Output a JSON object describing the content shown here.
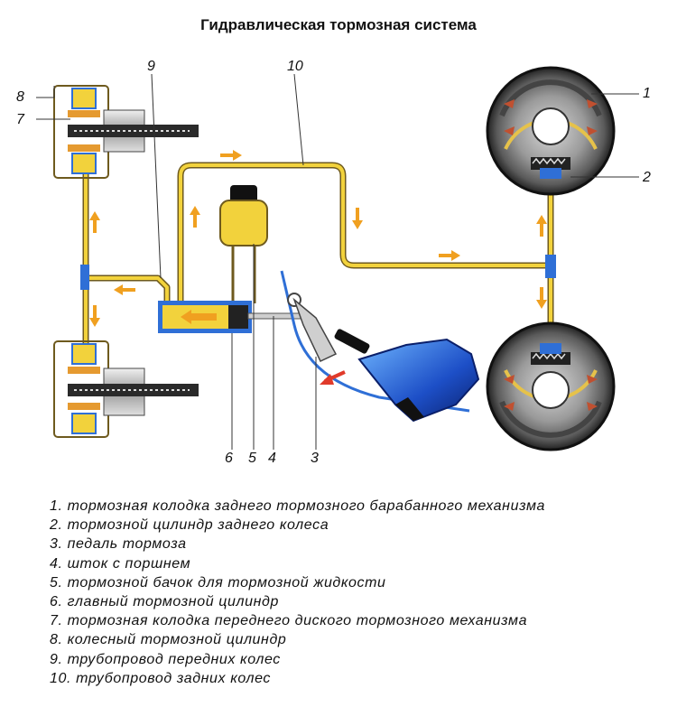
{
  "title": "Гидравлическая тормозная система",
  "callouts": [
    {
      "id": "c1",
      "text": "1"
    },
    {
      "id": "c2",
      "text": "2"
    },
    {
      "id": "c3",
      "text": "3"
    },
    {
      "id": "c4",
      "text": "4"
    },
    {
      "id": "c5",
      "text": "5"
    },
    {
      "id": "c6",
      "text": "6"
    },
    {
      "id": "c7",
      "text": "7"
    },
    {
      "id": "c8",
      "text": "8"
    },
    {
      "id": "c9",
      "text": "9"
    },
    {
      "id": "c10",
      "text": "10"
    }
  ],
  "legend": [
    "1. тормозная колодка заднего тормозного барабанного механизма",
    "2. тормозной цилиндр заднего колеса",
    "3. педаль тормоза",
    "4. шток с поршнем",
    "5. тормозной бачок для тормозной жидкости",
    "6. главный тормозной цилиндр",
    "7. тормозная колодка переднего диского  тормозного механизма",
    "8. колесный тормозной цилиндр",
    "9. трубопровод передних колес",
    "10. трубопровод задних колес"
  ],
  "colors": {
    "fluid": "#f2d23c",
    "pipe_outline": "#6e5a1e",
    "flow_arrow": "#f0a020",
    "blue": "#2f6fd6",
    "drum": "#2a2a2a",
    "shoe_arrow": "#c05030",
    "force_arrow": "#e03a2a"
  }
}
